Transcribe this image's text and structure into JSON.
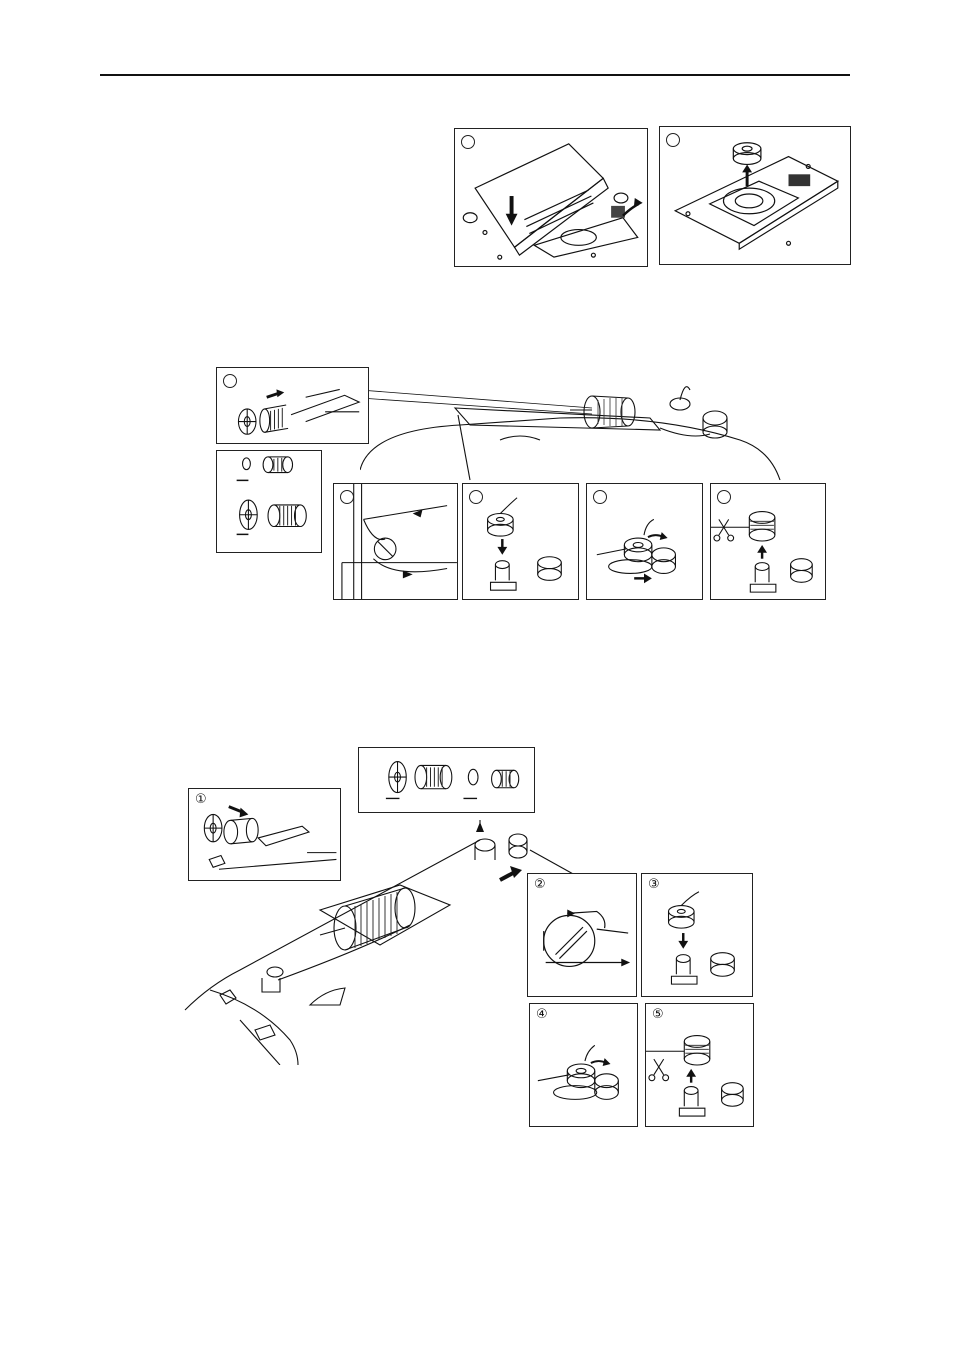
{
  "step_numbers": {
    "lower_1": "①",
    "lower_2": "②",
    "lower_3": "③",
    "lower_4": "④",
    "lower_5": "⑤"
  },
  "colors": {
    "ink": "#111111",
    "paper": "#ffffff"
  }
}
